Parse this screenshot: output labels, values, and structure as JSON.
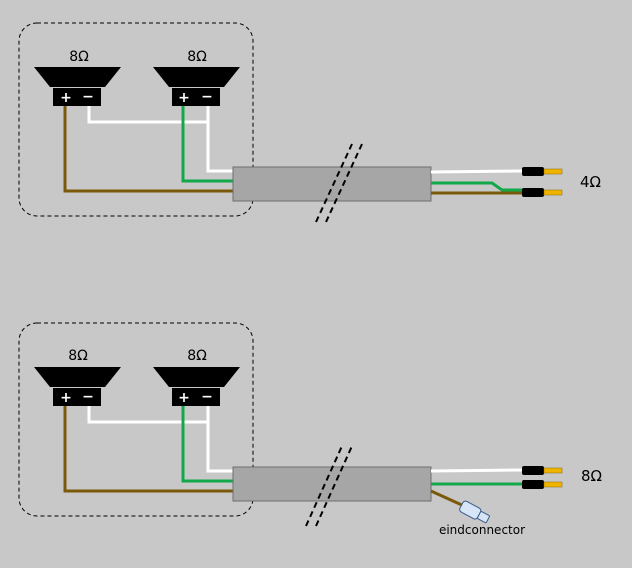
{
  "colors": {
    "background": "#c8c8c8",
    "cable_gray": "#a6a6a6",
    "wire_white": "#ffffff",
    "wire_green": "#12a84a",
    "wire_brown": "#7a5a0a",
    "plug_tip": "#f0b400",
    "connector_fill": "#d6e6f6",
    "connector_stroke": "#3a5a8a"
  },
  "top": {
    "speaker_left": {
      "impedance": "8Ω",
      "plus": "+",
      "minus": "−"
    },
    "speaker_right": {
      "impedance": "8Ω",
      "plus": "+",
      "minus": "−"
    },
    "output_impedance": "4Ω"
  },
  "bottom": {
    "speaker_left": {
      "impedance": "8Ω",
      "plus": "+",
      "minus": "−"
    },
    "speaker_right": {
      "impedance": "8Ω",
      "plus": "+",
      "minus": "−"
    },
    "output_impedance": "8Ω",
    "end_connector_label": "eindconnector"
  }
}
